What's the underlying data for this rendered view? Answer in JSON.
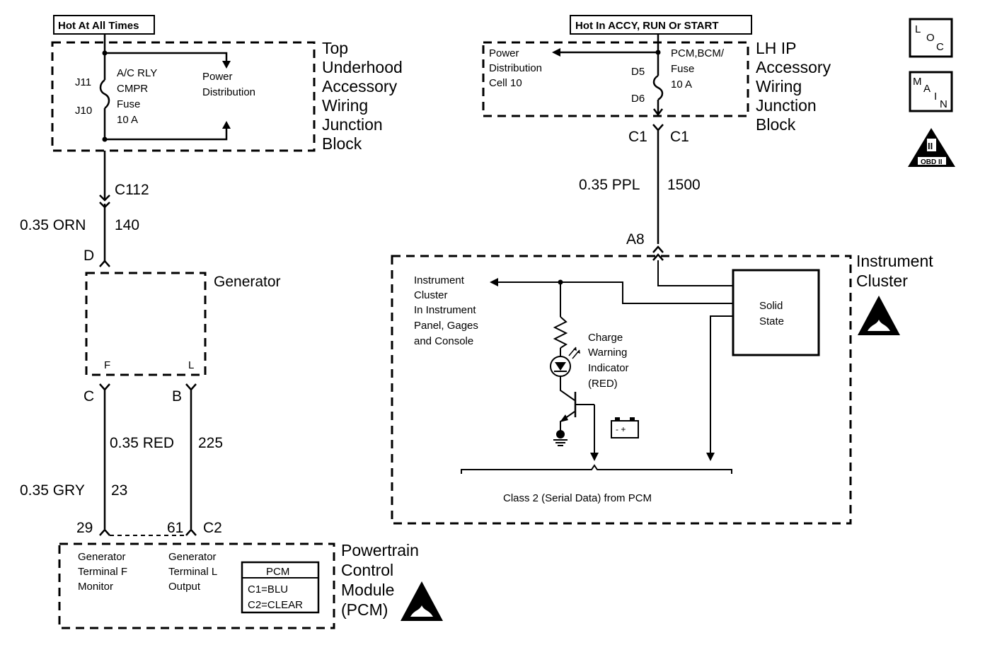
{
  "top_block": {
    "power_label": "Hot At All Times",
    "name_lines": [
      "Top",
      "Underhood",
      "Accessory",
      "Wiring",
      "Junction",
      "Block"
    ],
    "pin_top": "J11",
    "pin_bottom": "J10",
    "fuse_lines": [
      "A/C RLY",
      "CMPR",
      "Fuse",
      "10 A"
    ],
    "dist_lines": [
      "Power",
      "Distribution"
    ]
  },
  "wire_140": {
    "connector": "C112",
    "gauge_color": "0.35 ORN",
    "circuit": "140",
    "pin": "D"
  },
  "generator": {
    "name": "Generator",
    "term_f": "F",
    "term_l": "L",
    "pin_c": "C",
    "pin_b": "B"
  },
  "wire_225": {
    "gauge_color": "0.35 RED",
    "circuit": "225"
  },
  "wire_23": {
    "gauge_color": "0.35 GRY",
    "circuit": "23"
  },
  "pcm": {
    "pin_29": "29",
    "pin_61": "61",
    "conn": "C2",
    "name_lines": [
      "Powertrain",
      "Control",
      "Module",
      "(PCM)"
    ],
    "term_f_lines": [
      "Generator",
      "Terminal F",
      "Monitor"
    ],
    "term_l_lines": [
      "Generator",
      "Terminal L",
      "Output"
    ],
    "legend_title": "PCM",
    "legend_c1": "C1=BLU",
    "legend_c2": "C2=CLEAR"
  },
  "lh_block": {
    "power_label": "Hot In ACCY, RUN Or START",
    "name_lines": [
      "LH IP",
      "Accessory",
      "Wiring",
      "Junction",
      "Block"
    ],
    "dist_lines": [
      "Power",
      "Distribution",
      "Cell 10"
    ],
    "fuse_lines": [
      "PCM,BCM/",
      "Fuse",
      "10 A"
    ],
    "pin_top": "D5",
    "pin_bottom": "D6",
    "conn_left": "C1",
    "conn_right": "C1"
  },
  "wire_1500": {
    "gauge_color": "0.35 PPL",
    "circuit": "1500",
    "pin": "A8"
  },
  "cluster": {
    "name_lines": [
      "Instrument",
      "Cluster"
    ],
    "ref_lines": [
      "Instrument",
      "Cluster",
      "In Instrument",
      "Panel, Gages",
      "and Console"
    ],
    "solid_state_lines": [
      "Solid",
      "State"
    ],
    "indicator_lines": [
      "Charge",
      "Warning",
      "Indicator",
      "(RED)"
    ],
    "serial_label": "Class 2 (Serial Data) from PCM"
  },
  "icons": {
    "loc": [
      "L",
      "O",
      "C"
    ],
    "main": [
      "M",
      "A",
      "I",
      "N"
    ],
    "obd_roman": "II",
    "obd_label": "OBD II"
  }
}
